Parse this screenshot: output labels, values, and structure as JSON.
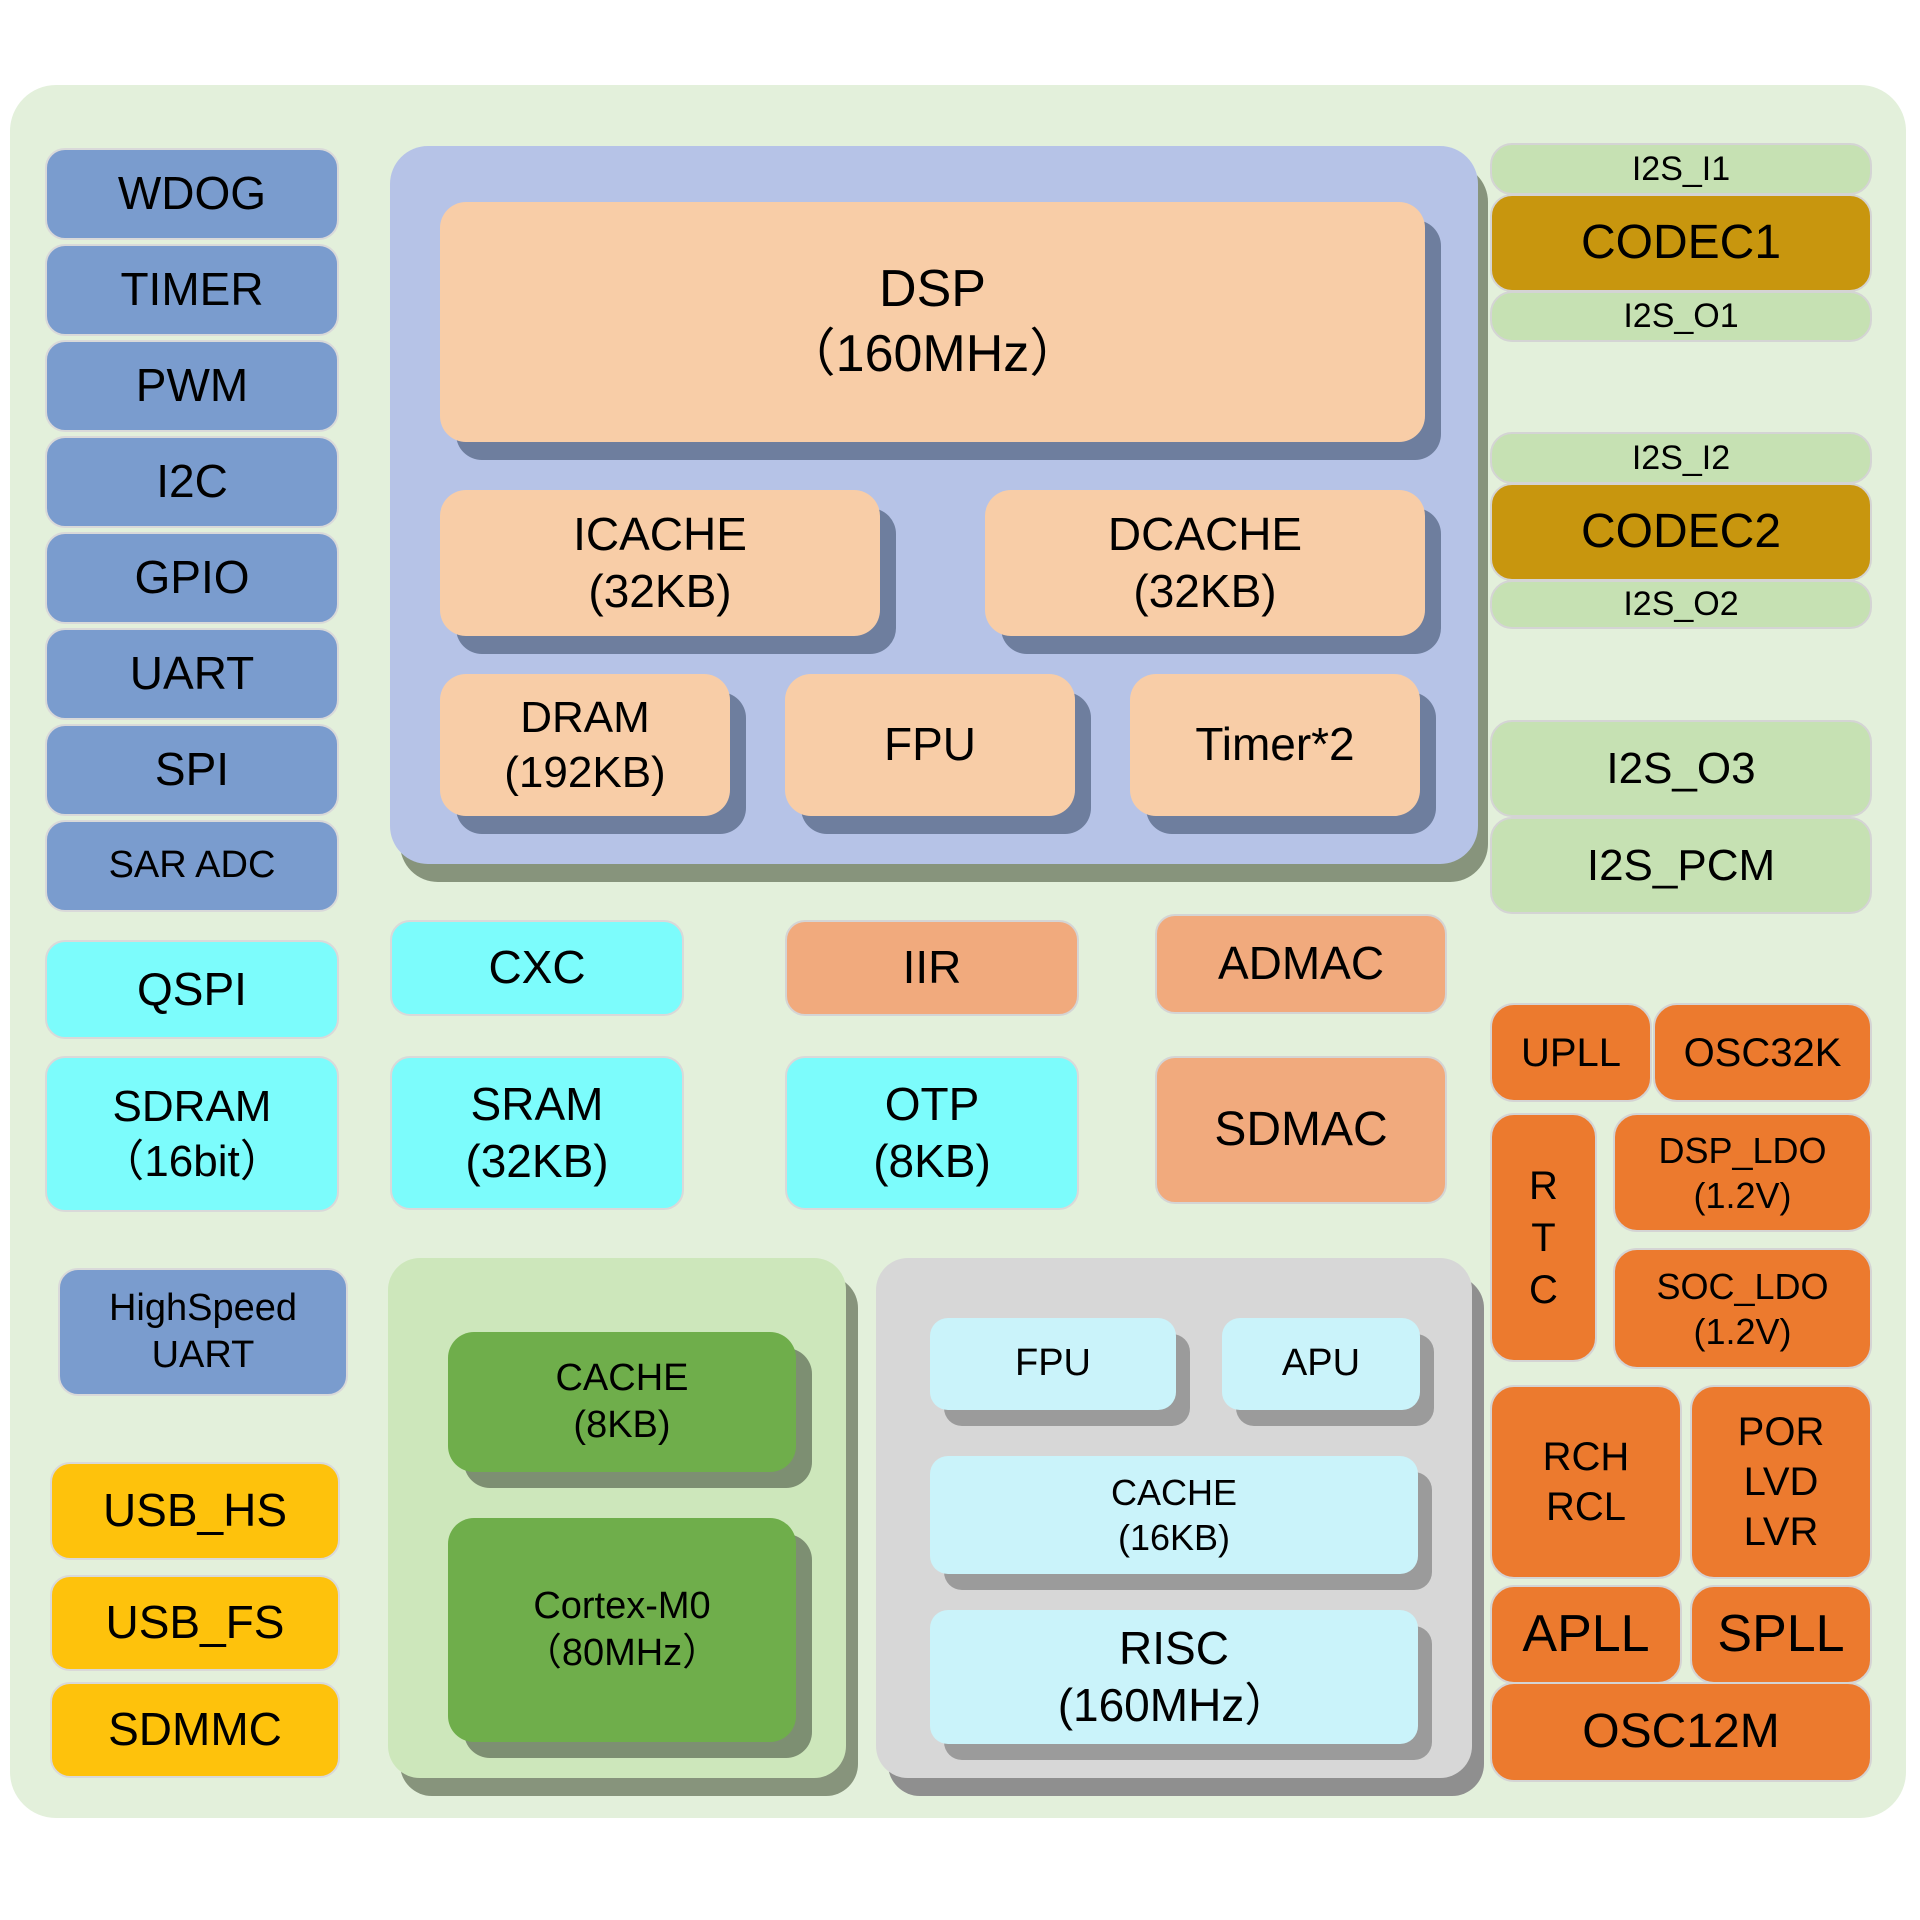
{
  "left": {
    "peripherals": [
      "WDOG",
      "TIMER",
      "PWM",
      "I2C",
      "GPIO",
      "UART",
      "SPI",
      "SAR ADC"
    ],
    "qspi": "QSPI",
    "sdram_l1": "SDRAM",
    "sdram_l2": "（16bit）",
    "hs_uart_l1": "HighSpeed",
    "hs_uart_l2": "UART",
    "usb_hs": "USB_HS",
    "usb_fs": "USB_FS",
    "sdmmc": "SDMMC"
  },
  "dsp_cluster": {
    "dsp_l1": "DSP",
    "dsp_l2": "（160MHz）",
    "icache_l1": "ICACHE",
    "icache_l2": "(32KB)",
    "dcache_l1": "DCACHE",
    "dcache_l2": "(32KB)",
    "dram_l1": "DRAM",
    "dram_l2": "(192KB)",
    "fpu": "FPU",
    "timer2": "Timer*2"
  },
  "mid": {
    "cxc": "CXC",
    "iir": "IIR",
    "admac": "ADMAC",
    "sram_l1": "SRAM",
    "sram_l2": "(32KB)",
    "otp_l1": "OTP",
    "otp_l2": "(8KB)",
    "sdmac": "SDMAC"
  },
  "mcu_cluster": {
    "cache_l1": "CACHE",
    "cache_l2": "(8KB)",
    "core_l1": "Cortex-M0",
    "core_l2": "（80MHz）"
  },
  "risc_cluster": {
    "fpu": "FPU",
    "apu": "APU",
    "cache_l1": "CACHE",
    "cache_l2": "(16KB)",
    "risc_l1": "RISC",
    "risc_l2": "(160MHz）"
  },
  "audio": {
    "i2s_i1": "I2S_I1",
    "codec1": "CODEC1",
    "i2s_o1": "I2S_O1",
    "i2s_i2": "I2S_I2",
    "codec2": "CODEC2",
    "i2s_o2": "I2S_O2",
    "i2s_o3": "I2S_O3",
    "i2s_pcm": "I2S_PCM"
  },
  "power": {
    "upll": "UPLL",
    "osc32k": "OSC32K",
    "rtc_l1": "R",
    "rtc_l2": "T",
    "rtc_l3": "C",
    "dsp_ldo_l1": "DSP_LDO",
    "dsp_ldo_l2": "(1.2V)",
    "soc_ldo_l1": "SOC_LDO",
    "soc_ldo_l2": "(1.2V)",
    "rch_l1": "RCH",
    "rch_l2": "RCL",
    "por_l1": "POR",
    "por_l2": "LVD",
    "por_l3": "LVR",
    "apll": "APLL",
    "spll": "SPLL",
    "osc12m": "OSC12M"
  },
  "colors": {
    "background": "#e3f0db",
    "peripheral_blue": "#7a9cce",
    "memory_cyan": "#7cfcfc",
    "usb_yellow": "#fec20c",
    "dsp_container": "#b6c3e7",
    "dsp_peach": "#f8cda7",
    "dma_salmon": "#f1aa7d",
    "mcu_container": "#cde7bb",
    "mcu_green": "#6fae4b",
    "risc_container": "#d7d7d7",
    "risc_cyan": "#caf3fa",
    "i2s_green": "#c6e1b3",
    "codec_gold": "#c8960e",
    "power_orange": "#ec7a2e"
  }
}
